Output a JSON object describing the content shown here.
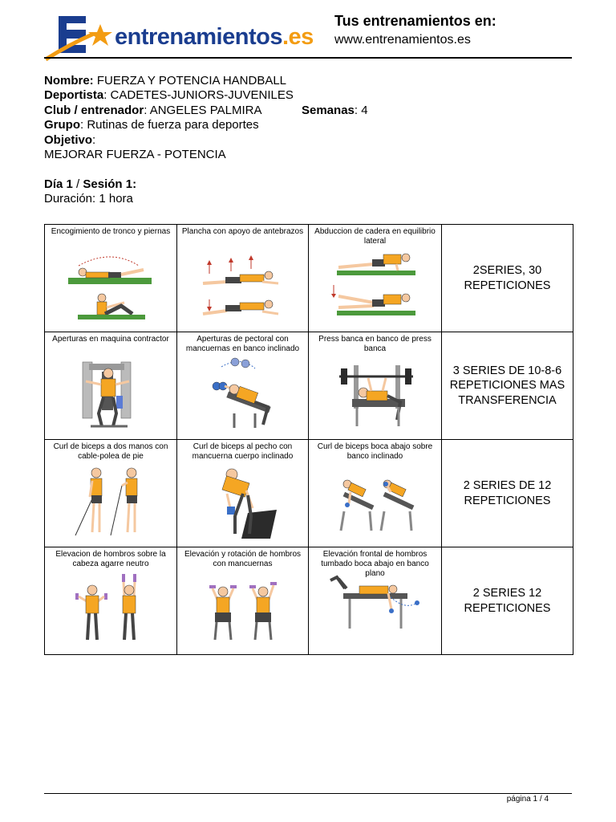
{
  "header": {
    "logo_name": "entrenamientos",
    "logo_ext": ".es",
    "tagline_title": "Tus entrenamientos en:",
    "tagline_url": "www.entrenamientos.es",
    "brand_colors": {
      "blue": "#1a3d8f",
      "orange": "#f39c12"
    }
  },
  "info": {
    "nombre_label": "Nombre:",
    "nombre_value": "FUERZA Y POTENCIA HANDBALL",
    "deportista_label": "Deportista",
    "deportista_value": ": CADETES-JUNIORS-JUVENILES",
    "club_label": "Club / entrenador",
    "club_value": ": ANGELES PALMIRA",
    "semanas_label": "Semanas",
    "semanas_value": ": 4",
    "grupo_label": "Grupo",
    "grupo_value": ": Rutinas de fuerza para deportes",
    "objetivo_label": "Objetivo",
    "objetivo_colon": ":",
    "objetivo_value": "MEJORAR FUERZA - POTENCIA",
    "dia_label": "Día 1",
    "dia_sep": " / ",
    "sesion_label": "Sesión 1:",
    "duracion": "Duración: 1 hora"
  },
  "rows": [
    {
      "exercises": [
        {
          "name": "Encogimiento de tronco y piernas",
          "illustration": "crunch-illustration"
        },
        {
          "name": "Plancha con apoyo de antebrazos",
          "illustration": "plank-illustration"
        },
        {
          "name": "Abduccion de cadera en equilibrio lateral",
          "illustration": "side-hip-abduction-illustration"
        }
      ],
      "reps": "2SERIES, 30 REPETICIONES"
    },
    {
      "exercises": [
        {
          "name": "Aperturas en maquina contractor",
          "illustration": "machine-fly-illustration"
        },
        {
          "name": "Aperturas de pectoral con mancuernas en banco inclinado",
          "illustration": "incline-dumbbell-fly-illustration"
        },
        {
          "name": "Press banca en banco de press banca",
          "illustration": "bench-press-illustration"
        }
      ],
      "reps": "3 SERIES DE 10-8-6 REPETICIONES MAS TRANSFERENCIA"
    },
    {
      "exercises": [
        {
          "name": "Curl de biceps a dos manos con cable-polea de pie",
          "illustration": "cable-curl-illustration"
        },
        {
          "name": "Curl de biceps al pecho con mancuerna cuerpo inclinado",
          "illustration": "concentration-curl-illustration"
        },
        {
          "name": "Curl de biceps boca abajo sobre banco inclinado",
          "illustration": "prone-incline-curl-illustration"
        }
      ],
      "reps": "2 SERIES DE 12 REPETICIONES"
    },
    {
      "exercises": [
        {
          "name": "Elevacion de hombros sobre la cabeza agarre neutro",
          "illustration": "overhead-press-illustration"
        },
        {
          "name": "Elevación y  rotación de hombros con mancuernas",
          "illustration": "shoulder-rotation-illustration"
        },
        {
          "name": "Elevación frontal de hombros tumbado boca abajo en banco plano",
          "illustration": "prone-front-raise-illustration"
        }
      ],
      "reps": "2 SERIES 12 REPETICIONES"
    }
  ],
  "footer": {
    "page": "página 1 / 4"
  }
}
